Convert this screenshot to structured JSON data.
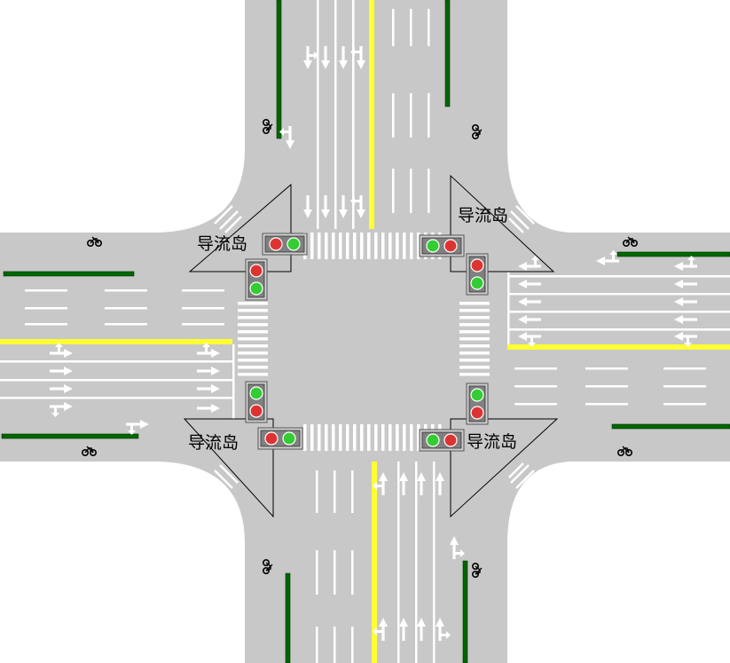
{
  "colors": {
    "road": "#c8c8c8",
    "background": "#ffffff",
    "center_line": "#ffff33",
    "median_strip": "#006600",
    "marking": "#ffffff",
    "signal_housing": "#808080",
    "signal_red": "#dd3333",
    "signal_green": "#33cc33"
  },
  "islands": {
    "nw": {
      "label": "导流岛"
    },
    "ne": {
      "label": "导流岛"
    },
    "sw": {
      "label": "导流岛"
    },
    "se": {
      "label": "导流岛"
    }
  },
  "icons": {
    "bicycle": "bicycle-icon",
    "arrow": "lane-arrow-icon",
    "signal": "traffic-signal-icon"
  }
}
